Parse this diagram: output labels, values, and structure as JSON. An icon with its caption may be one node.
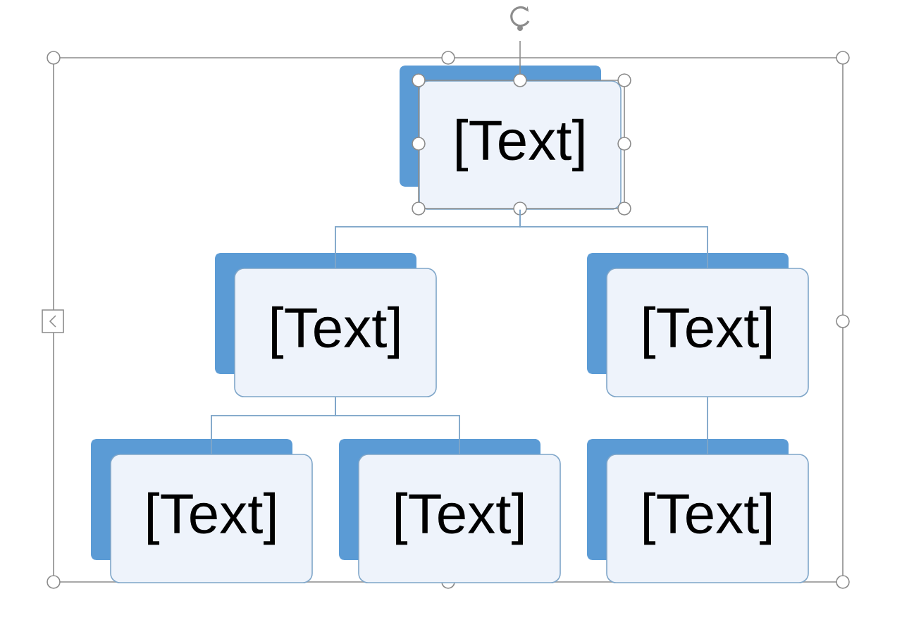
{
  "diagram": {
    "nodes": [
      {
        "text": [
          "[Text]"
        ]
      },
      {
        "text": [
          "[Text]"
        ]
      },
      {
        "text": [
          "[Text]"
        ]
      },
      {
        "text": [
          "[Text]"
        ]
      },
      {
        "text": [
          "[Text]"
        ]
      },
      {
        "text": [
          "[Text]"
        ]
      }
    ],
    "edges": [
      {
        "from": 0,
        "to": 1,
        "arrow": "none"
      },
      {
        "from": 0,
        "to": 2,
        "arrow": "none"
      },
      {
        "from": 1,
        "to": 3,
        "arrow": "none"
      },
      {
        "from": 1,
        "to": 4,
        "arrow": "none"
      },
      {
        "from": 2,
        "to": 5,
        "arrow": "none"
      }
    ]
  }
}
